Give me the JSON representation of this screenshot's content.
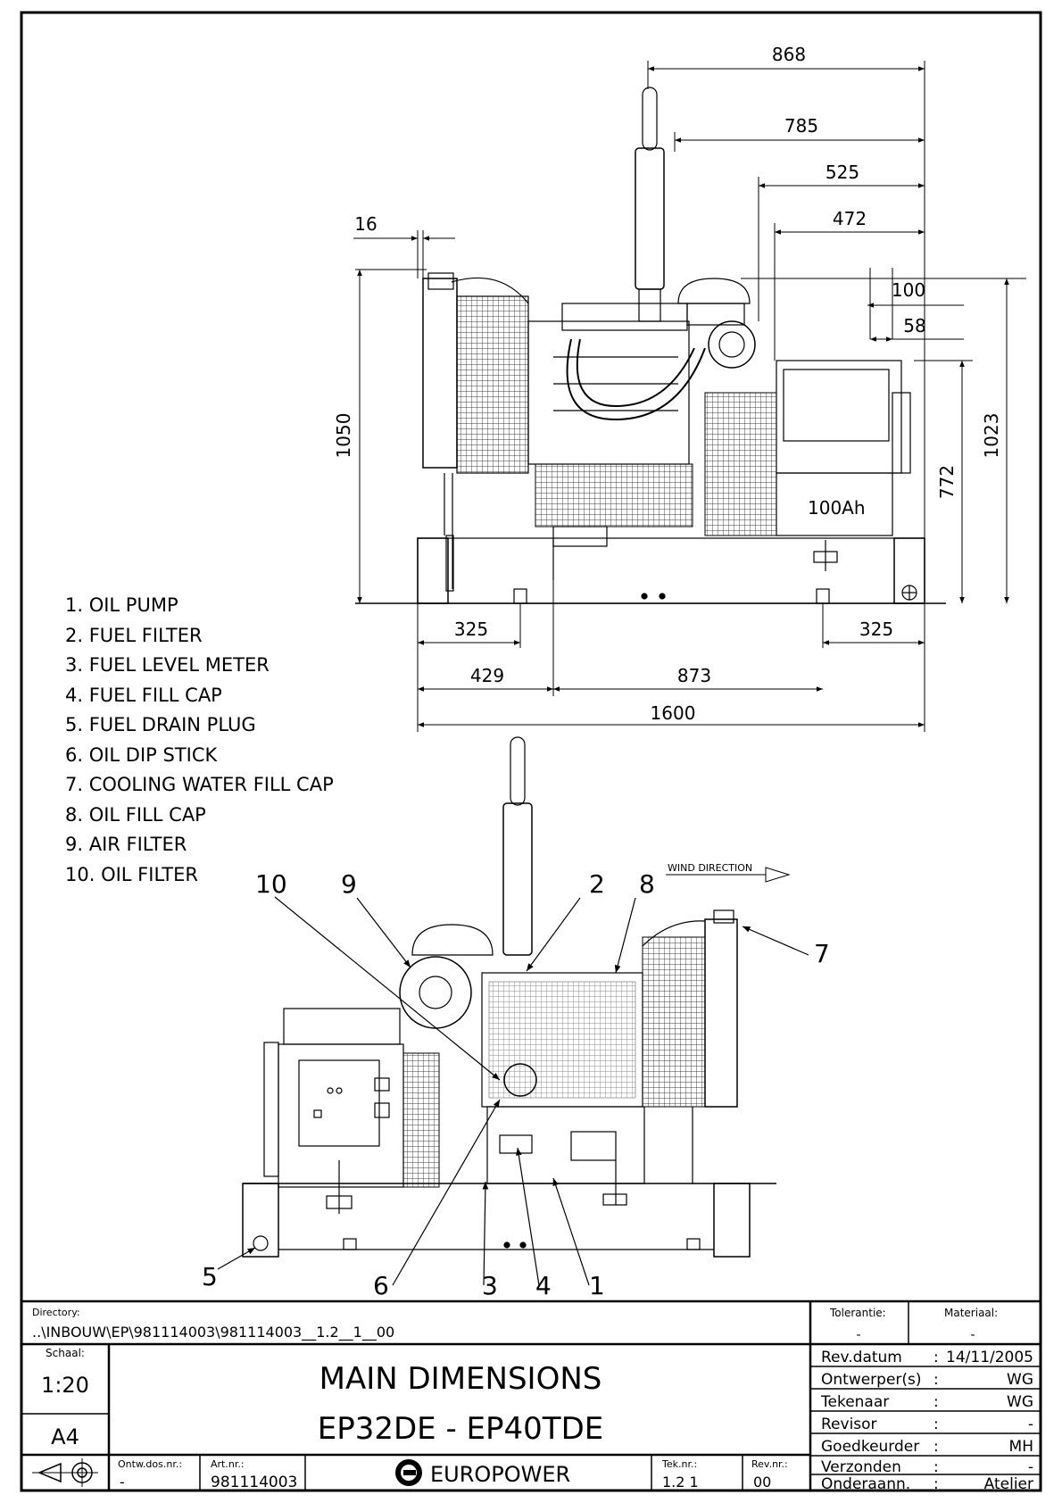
{
  "legend": [
    "1. OIL PUMP",
    "2. FUEL FILTER",
    "3. FUEL LEVEL METER",
    "4. FUEL FILL CAP",
    "5. FUEL DRAIN PLUG",
    "6. OIL DIP STICK",
    "7. COOLING WATER FILL CAP",
    "8. OIL FILL CAP",
    "9. AIR FILTER",
    "10. OIL FILTER"
  ],
  "dimensions": {
    "d868": "868",
    "d785": "785",
    "d525": "525",
    "d472": "472",
    "d16": "16",
    "d100": "100",
    "d58": "58",
    "d1050": "1050",
    "d1023": "1023",
    "d772": "772",
    "d325a": "325",
    "d325b": "325",
    "d429": "429",
    "d873": "873",
    "d1600": "1600"
  },
  "side_view": {
    "battery": "100Ah"
  },
  "front_view": {
    "wind_direction": "WIND DIRECTION",
    "callouts": [
      "1",
      "2",
      "3",
      "4",
      "5",
      "6",
      "7",
      "8",
      "9",
      "10"
    ]
  },
  "title_block": {
    "directory_label": "Directory:",
    "directory_value": "..\\INBOUW\\EP\\981114003\\981114003__1.2__1__00",
    "tolerantie_label": "Tolerantie:",
    "tolerantie_value": "-",
    "materiaal_label": "Materiaal:",
    "materiaal_value": "-",
    "schaal_label": "Schaal:",
    "schaal_value": "1:20",
    "format": "A4",
    "title_line1": "MAIN DIMENSIONS",
    "title_line2": "EP32DE - EP40TDE",
    "ontw_label": "Ontw.dos.nr.:",
    "ontw_value": "-",
    "art_label": "Art.nr.:",
    "art_value": "981114003",
    "brand": "EUROPOWER",
    "tek_label": "Tek.nr.:",
    "tek_value": "1.2 1",
    "rev_label": "Rev.nr.:",
    "rev_value": "00",
    "info": [
      {
        "label": "Rev.datum",
        "value": "14/11/2005"
      },
      {
        "label": "Ontwerper(s)",
        "value": "WG"
      },
      {
        "label": "Tekenaar",
        "value": "WG"
      },
      {
        "label": "Revisor",
        "value": "-"
      },
      {
        "label": "Goedkeurder",
        "value": "MH"
      },
      {
        "label": "Verzonden",
        "value": "-"
      },
      {
        "label": "Onderaann.",
        "value": "Atelier"
      }
    ]
  }
}
